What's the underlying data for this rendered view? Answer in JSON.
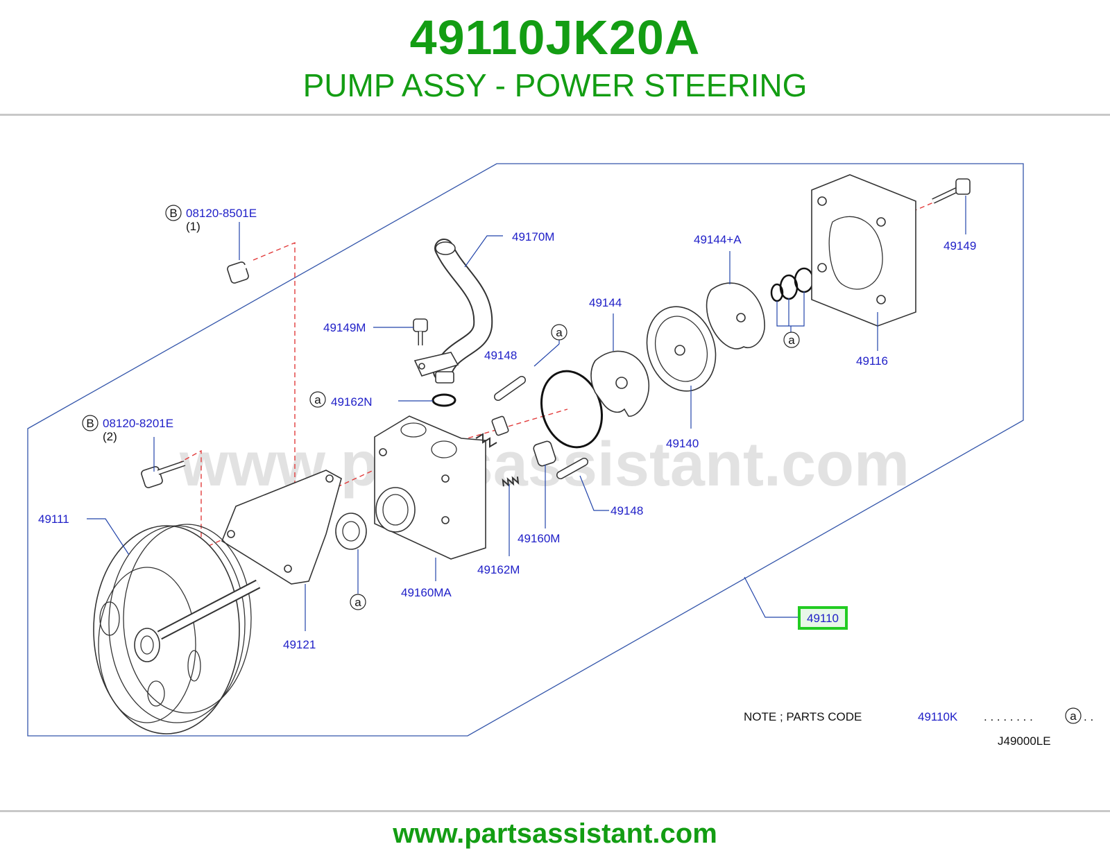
{
  "header": {
    "part_number": "49110JK20A",
    "part_name": "PUMP ASSY - POWER STEERING"
  },
  "diagram": {
    "watermark": "www.partsassistant.com",
    "callouts": {
      "bolt_b1_code": "08120-8501E",
      "bolt_b1_qty": "(1)",
      "bolt_b2_code": "08120-8201E",
      "bolt_b2_qty": "(2)",
      "bolt_marker": "B",
      "ref_marker": "a",
      "p49170M": "49170M",
      "p49149M": "49149M",
      "p49148_top": "49148",
      "p49162N": "49162N",
      "p49144": "49144",
      "p49144A": "49144+A",
      "p49140": "49140",
      "p49116": "49116",
      "p49149": "49149",
      "p49111": "49111",
      "p49121": "49121",
      "p49160MA": "49160MA",
      "p49162M": "49162M",
      "p49160M": "49160M",
      "p49148_bottom": "49148",
      "p49110": "49110"
    },
    "note": {
      "label": "NOTE ; PARTS CODE",
      "code": "49110K",
      "leader": ". . . . . . . .",
      "marker": "a",
      "trail": ". ."
    },
    "diagram_code": "J49000LE",
    "highlight_color": "#22cc22",
    "label_color": "#2020c8"
  },
  "footer": {
    "url": "www.partsassistant.com"
  }
}
